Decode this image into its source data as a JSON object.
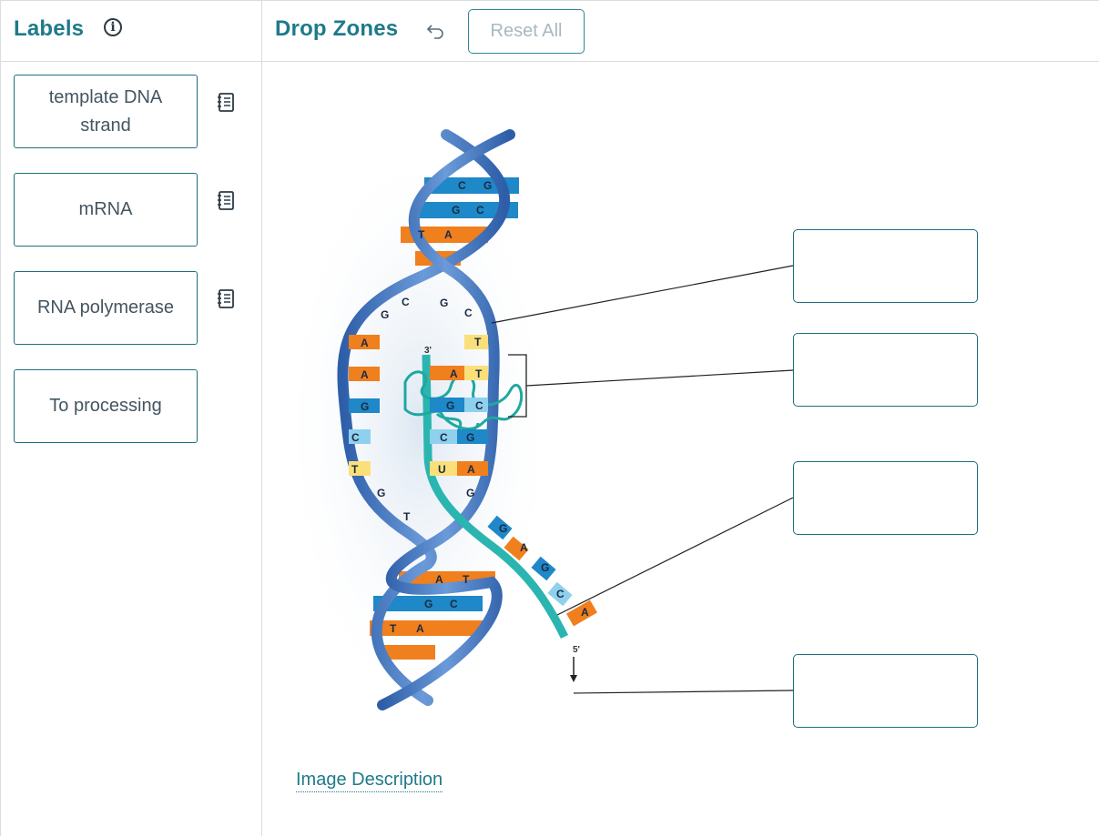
{
  "labels_panel": {
    "title": "Labels",
    "info_icon": "info-icon",
    "cards": [
      {
        "label": "template DNA strand",
        "icon": "notebook-icon"
      },
      {
        "label": "mRNA",
        "icon": "notebook-icon"
      },
      {
        "label": "RNA polymerase",
        "icon": "notebook-icon"
      },
      {
        "label": "To processing"
      }
    ]
  },
  "drop_panel": {
    "title": "Drop Zones",
    "undo_icon": "undo-arrow-icon",
    "reset_label": "Reset All",
    "drop_zone_count": 4,
    "image_description_link": "Image Description"
  },
  "diagram": {
    "strand_ends": {
      "three_prime": "3'",
      "five_prime": "5'"
    },
    "top_pairs": [
      [
        "C",
        "G"
      ],
      [
        "G",
        "C"
      ],
      [
        "T",
        "A"
      ]
    ],
    "bubble_top": [
      "G",
      "C",
      "G",
      "C"
    ],
    "left_strand": [
      "A",
      "A",
      "G",
      "C",
      "T",
      "G",
      "T"
    ],
    "paired": [
      [
        "A",
        "T"
      ],
      [
        "G",
        "C"
      ],
      [
        "C",
        "G"
      ],
      [
        "U",
        "A"
      ]
    ],
    "mrna_tail": [
      "G",
      "G",
      "A",
      "G",
      "C",
      "A"
    ],
    "bottom_pairs": [
      [
        "A",
        "T"
      ],
      [
        "G",
        "C"
      ],
      [
        "T",
        "A"
      ]
    ]
  },
  "colors": {
    "accent": "#1e7a8a",
    "border": "#1f6f7d",
    "reset_text": "#a9b8bf",
    "helix_blue": "#3a6fb8",
    "adenine": "#f07f1e",
    "thymine": "#fbe07a",
    "guanine": "#1e88c8",
    "cytosine": "#8fd0ee",
    "mrna": "#2bb5b0"
  }
}
